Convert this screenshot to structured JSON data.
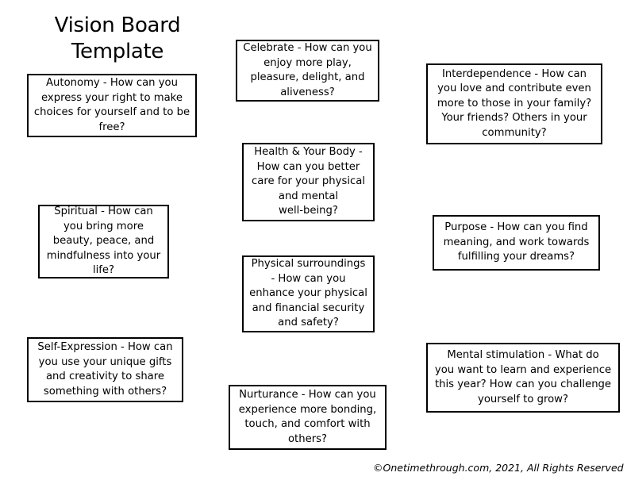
{
  "page": {
    "title_lines": [
      "Vision Board",
      "Template"
    ],
    "copyright": "©Onetimethrough.com,  2021, All Rights Reserved"
  },
  "prompts": {
    "celebrate": [
      "Celebrate -  How can you",
      "enjoy more play,",
      "pleasure, delight, and",
      "aliveness?"
    ],
    "autonomy": [
      "Autonomy -  How can you",
      "express your right to make",
      "choices for yourself and to be",
      "free?"
    ],
    "interdependence": [
      "Interdependence -  How can",
      "you love and contribute even",
      "more to those in your family?",
      "Your friends? Others in your",
      "community?"
    ],
    "health": [
      "Health & Your Body -",
      "How can you better",
      "care for your physical",
      "and mental",
      "well-being?"
    ],
    "spiritual": [
      "Spiritual -  How can",
      "you bring more",
      "beauty, peace, and",
      "mindfulness into your",
      "life?"
    ],
    "purpose": [
      "Purpose -  How can you find",
      "meaning, and work towards",
      "fulfilling your dreams?"
    ],
    "physical_surroundings": [
      "Physical surroundings",
      "-  How can you",
      "enhance your physical",
      "and financial security",
      "and safety?"
    ],
    "self_expression": [
      "Self-Expression -  How can",
      "you use your unique gifts",
      "and creativity to share",
      "something with others?"
    ],
    "mental_stimulation": [
      "Mental stimulation -  What do",
      "you want to learn and experience",
      "this year? How can you challenge",
      "yourself to grow?"
    ],
    "nurturance": [
      "Nurturance -  How can you",
      "experience more bonding,",
      "touch, and comfort with",
      "others?"
    ]
  }
}
